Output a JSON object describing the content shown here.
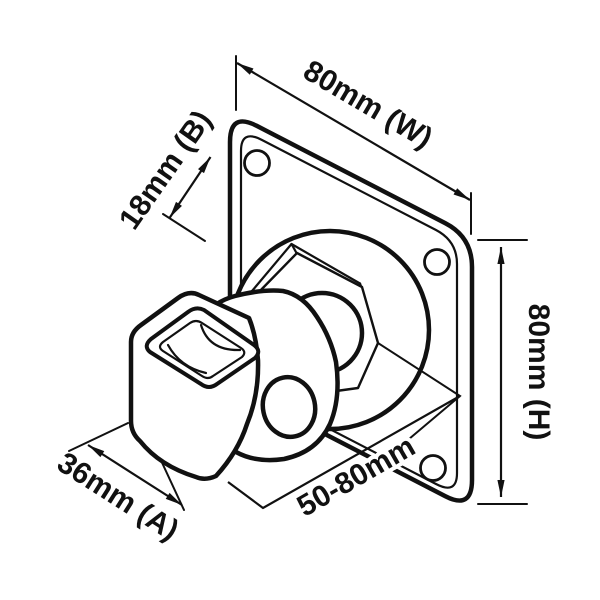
{
  "diagram": {
    "kind": "technical-line-drawing",
    "subject": "adjustable wall-mount holder bracket with square back plate",
    "colors": {
      "line": "#111111",
      "background": "#ffffff"
    },
    "dimensions": {
      "width": {
        "label": "80mm (W)"
      },
      "height": {
        "label": "80mm (H)"
      },
      "plate_offset": {
        "label": "18mm (B)"
      },
      "holder_width": {
        "label": "36mm (A)"
      },
      "adjust_range": {
        "label": "50-80mm"
      }
    }
  }
}
